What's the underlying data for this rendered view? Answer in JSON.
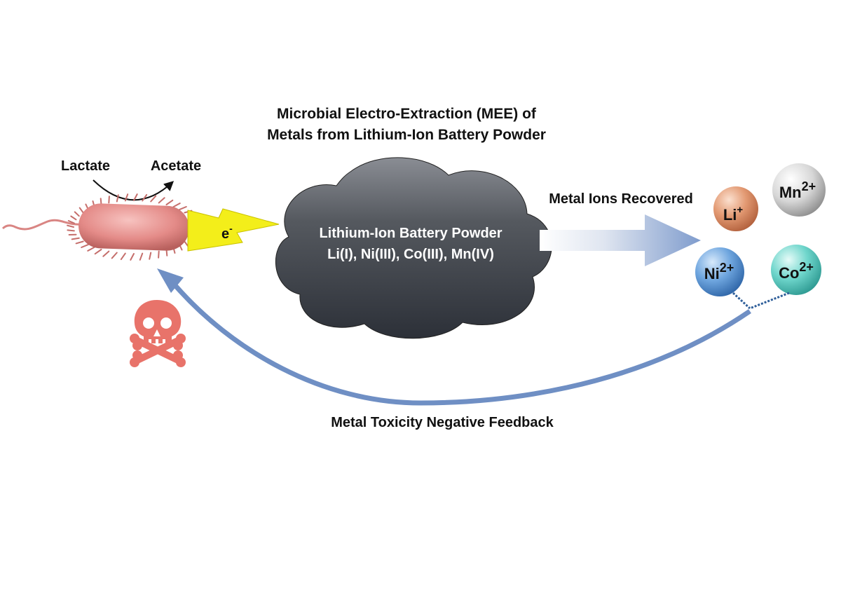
{
  "title": {
    "line1": "Microbial Electro-Extraction (MEE) of",
    "line2": "Metals from Lithium-Ion Battery Powder"
  },
  "metabolism": {
    "substrate": "Lactate",
    "product": "Acetate"
  },
  "electron": {
    "base": "e",
    "charge": "-"
  },
  "cloud": {
    "line1": "Lithium-Ion Battery Powder",
    "line2": "Li(I), Ni(III), Co(III), Mn(IV)"
  },
  "recovered_label": "Metal Ions Recovered",
  "ions": [
    {
      "symbol": "Li",
      "charge": "+",
      "color": "#d9865e"
    },
    {
      "symbol": "Mn",
      "charge": "2+",
      "color": "#cfcfcf"
    },
    {
      "symbol": "Ni",
      "charge": "2+",
      "color": "#5f9ad8"
    },
    {
      "symbol": "Co",
      "charge": "2+",
      "color": "#5fcfc5"
    }
  ],
  "feedback_label": "Metal Toxicity Negative Feedback",
  "colors": {
    "bacterium": "#e9908e",
    "bolt": "#f3ee1a",
    "cloud": "#3b3f48",
    "feedback_arrow": "#6f8fc4",
    "skull": "#e8736a"
  }
}
